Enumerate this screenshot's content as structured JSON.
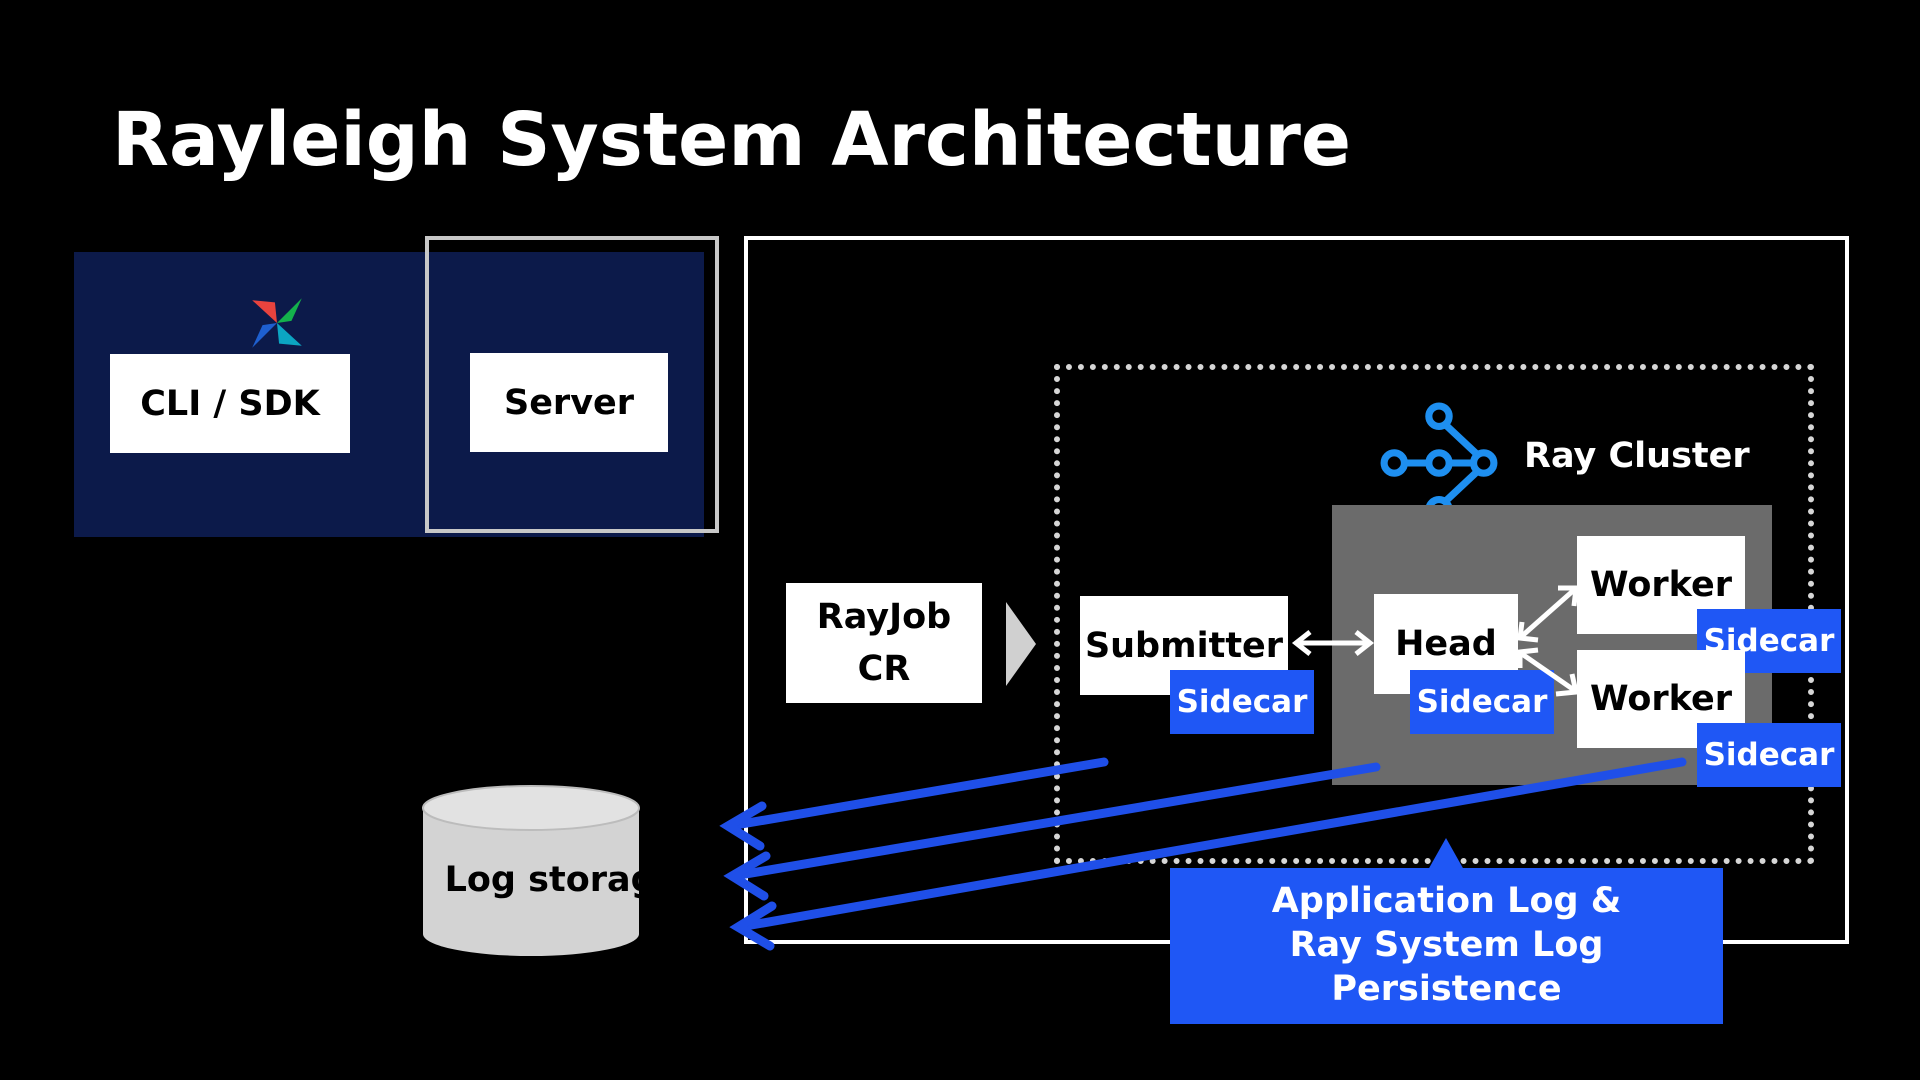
{
  "title": "Rayleigh System Architecture",
  "airflow": {
    "logo": "airflow-pinwheel-icon"
  },
  "cli_sdk": "CLI / SDK",
  "server": "Server",
  "rayjob": {
    "line1": "RayJob",
    "line2": "CR"
  },
  "ray_cluster": {
    "label": "Ray Cluster",
    "icon": "ray-network-icon"
  },
  "submitter": "Submitter",
  "head": "Head",
  "worker1": "Worker",
  "worker2": "Worker",
  "sidecar": "Sidecar",
  "log_storage": "Log storage",
  "banner": {
    "line1": "Application Log &",
    "line2": "Ray System Log Persistence"
  },
  "colors": {
    "background": "#000000",
    "navy": "#0c1a4a",
    "accent_blue": "#1f57f5",
    "gray": "#6b6b6b",
    "ray_blue": "#1e8ff0"
  }
}
